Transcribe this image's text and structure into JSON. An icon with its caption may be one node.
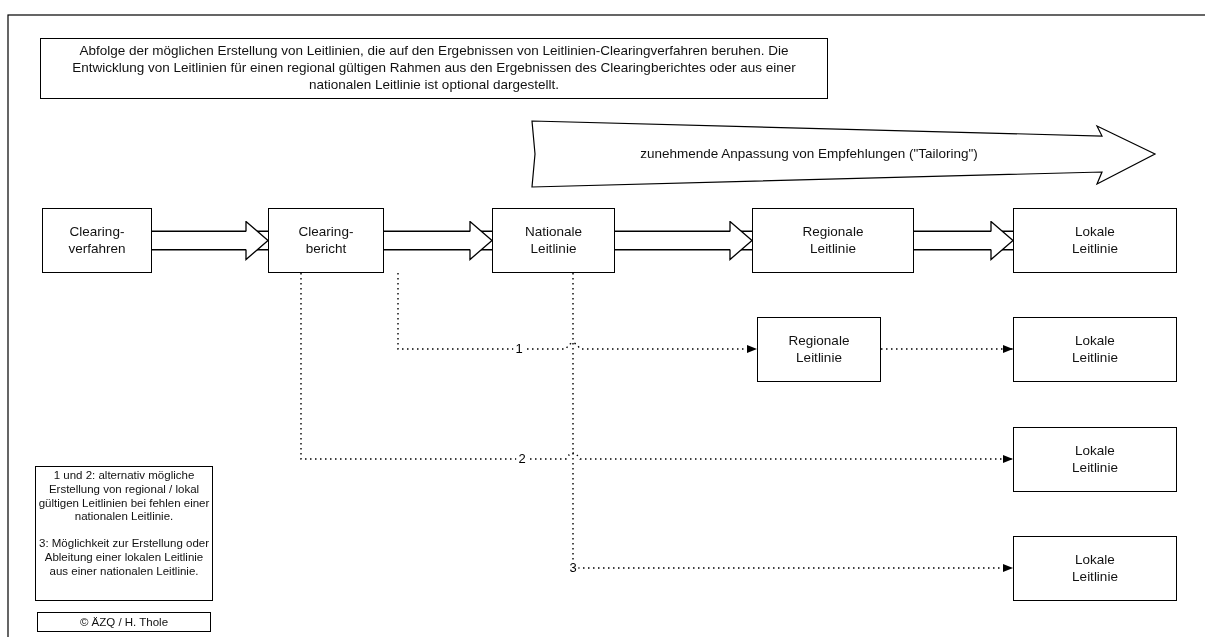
{
  "diagram": {
    "nodes": [
      {
        "text": [
          "Abfolge der möglichen Erstellung von Leitlinien, die auf den Ergebnissen von Leitlinien-Clearingverfahren beruhen. Die Entwicklung von Leitlinien für  einen regional gültigen Rahmen aus den Ergebnissen des Clearingberichtes oder aus einer nationalen Leitlinie ist optional dargestellt."
        ]
      },
      {
        "text": [
          "zunehmende Anpassung von Empfehlungen (\"Tailoring\")"
        ]
      },
      {
        "text": [
          "Clearing- verfahren"
        ]
      },
      {
        "text": [
          "Clearing- bericht"
        ]
      },
      {
        "text": [
          "Nationale Leitlinie"
        ]
      },
      {
        "text": [
          "Regionale Leitlinie"
        ]
      },
      {
        "text": [
          "Lokale Leitlinie"
        ]
      },
      {
        "text": [
          "Regionale Leitlinie"
        ]
      },
      {
        "text": [
          "Lokale Leitlinie"
        ]
      },
      {
        "text": [
          "Lokale Leitlinie"
        ]
      },
      {
        "text": [
          "Lokale Leitlinie"
        ]
      },
      {
        "text": [
          "1 und 2: alternativ mögliche Erstellung von regional / lokal gültigen Leitlinien bei fehlen einer nationalen Leitlinie.",
          "3: Möglichkeit zur Erstellung oder Ableitung einer lokalen Leitlinie aus einer nationalen Leitlinie."
        ]
      },
      {
        "text": [
          "© ÄZQ / H. Thole"
        ]
      }
    ],
    "edges": [
      {
        "from": 2,
        "to": 3,
        "arrow": "to"
      },
      {
        "from": 3,
        "to": 4,
        "arrow": "to"
      },
      {
        "from": 4,
        "to": 5,
        "arrow": "to"
      },
      {
        "from": 5,
        "to": 6,
        "arrow": "to"
      },
      {
        "from": 3,
        "to": 7,
        "arrow": "to",
        "style": "dashed",
        "label": "1"
      },
      {
        "from": 7,
        "to": 8,
        "arrow": "to",
        "style": "dashed"
      },
      {
        "from": 3,
        "to": 9,
        "arrow": "to",
        "style": "dashed",
        "label": "2"
      },
      {
        "from": 4,
        "to": 10,
        "arrow": "to",
        "style": "dashed",
        "label": "3"
      }
    ]
  }
}
